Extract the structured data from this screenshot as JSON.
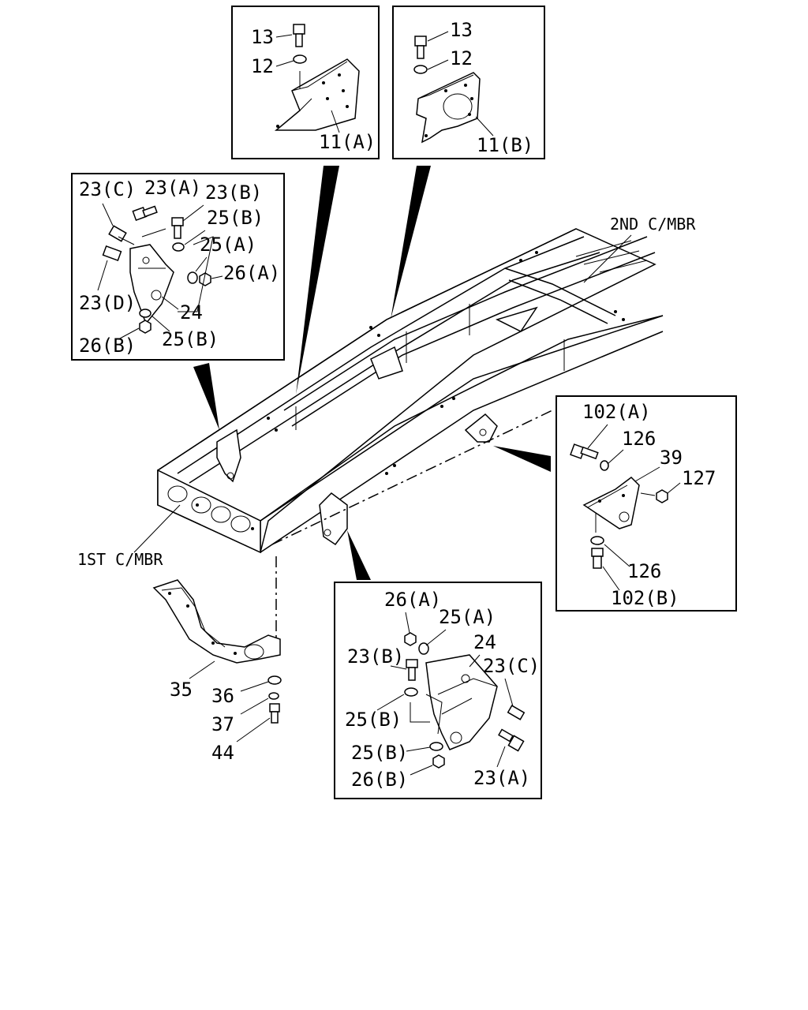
{
  "labels": {
    "l13a": "13",
    "l12a": "12",
    "l11a": "11(A)",
    "l13b": "13",
    "l12b": "12",
    "l11b": "11(B)",
    "tl23c": "23(C)",
    "tl23a": "23(A)",
    "tl23b": "23(B)",
    "tl25b1": "25(B)",
    "tl25a": "25(A)",
    "tl26a": "26(A)",
    "tl23d": "23(D)",
    "tl24": "24",
    "tl26b": "26(B)",
    "tl25b2": "25(B)",
    "cmbr2": "2ND C/MBR",
    "cmbr1": "1ST C/MBR",
    "r102a": "102(A)",
    "r126a": "126",
    "r39": "39",
    "r127": "127",
    "r126b": "126",
    "r102b": "102(B)",
    "l35": "35",
    "l36": "36",
    "l37": "37",
    "l44": "44",
    "b26a": "26(A)",
    "b25a": "25(A)",
    "b24": "24",
    "b23b": "23(B)",
    "b23c": "23(C)",
    "b25b1": "25(B)",
    "b25b2": "25(B)",
    "b26b": "26(B)",
    "b23a": "23(A)"
  }
}
